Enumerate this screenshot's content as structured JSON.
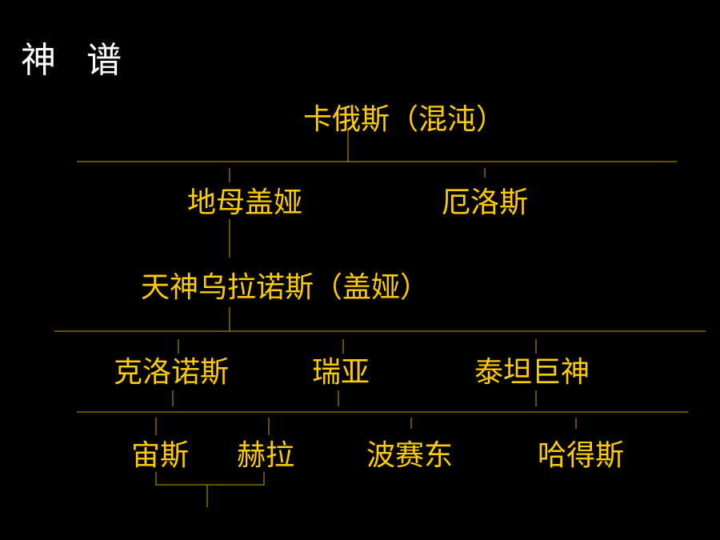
{
  "slide": {
    "title": "神 谱"
  },
  "nodes": {
    "chaos": "卡俄斯（混沌）",
    "gaia": "地母盖娅",
    "eros": "厄洛斯",
    "uranus": "天神乌拉诺斯（盖娅）",
    "cronus": "克洛诺斯",
    "rhea": "瑞亚",
    "titans": "泰坦巨神",
    "zeus": "宙斯",
    "hera": "赫拉",
    "poseidon": "波赛东",
    "hades": "哈得斯"
  },
  "colors": {
    "background": "#000000",
    "title": "#ffffff",
    "node_text": "#ffcc00",
    "connector": "#c8a000"
  }
}
